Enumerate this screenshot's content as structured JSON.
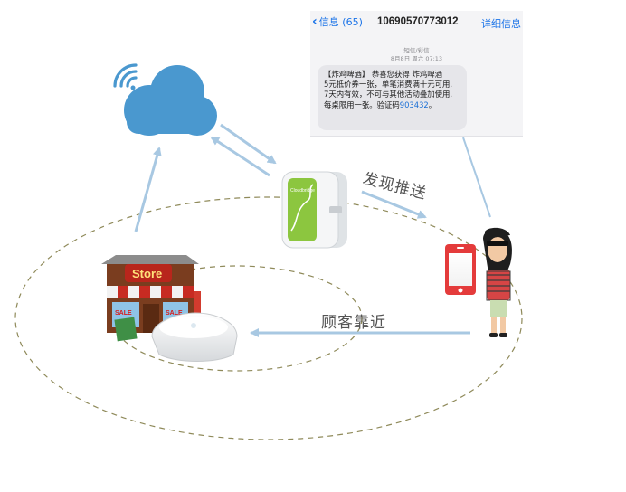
{
  "sms": {
    "back_label": "信息 (65)",
    "sender_number": "10690570773012",
    "detail_label": "详细信息",
    "message_type": "短信/彩信",
    "timestamp": "8月8日 周六 07:13",
    "message_lines": [
      "【炸鸡啤酒】 恭喜您获得 炸鸡啤酒",
      "5元抵价券一张，单笔消费满十元可用,",
      "7天内有效，不可与其他活动叠加使用,",
      "每桌限用一张。验证码"
    ],
    "verification_code": "903432",
    "message_end": "。"
  },
  "labels": {
    "push_discovery": "发现推送",
    "customer_approach": "顾客靠近"
  },
  "device": {
    "brand_text": "Cloudbridge"
  },
  "store": {
    "sign_text": "Store",
    "window_text": "SALE"
  },
  "icons": [
    "wifi-signal-icon",
    "cloud-icon",
    "smartphone-icon",
    "store-icon",
    "beacon-device-icon",
    "wireless-access-point-icon",
    "person-icon"
  ],
  "colors": {
    "cloud": "#4a98cf",
    "phone_frame": "#e43b3b",
    "device_green": "#8cc63f",
    "arrow": "#a8c8e2",
    "dashed_ellipse": "#8f8a5a",
    "link": "#1a73e8"
  }
}
